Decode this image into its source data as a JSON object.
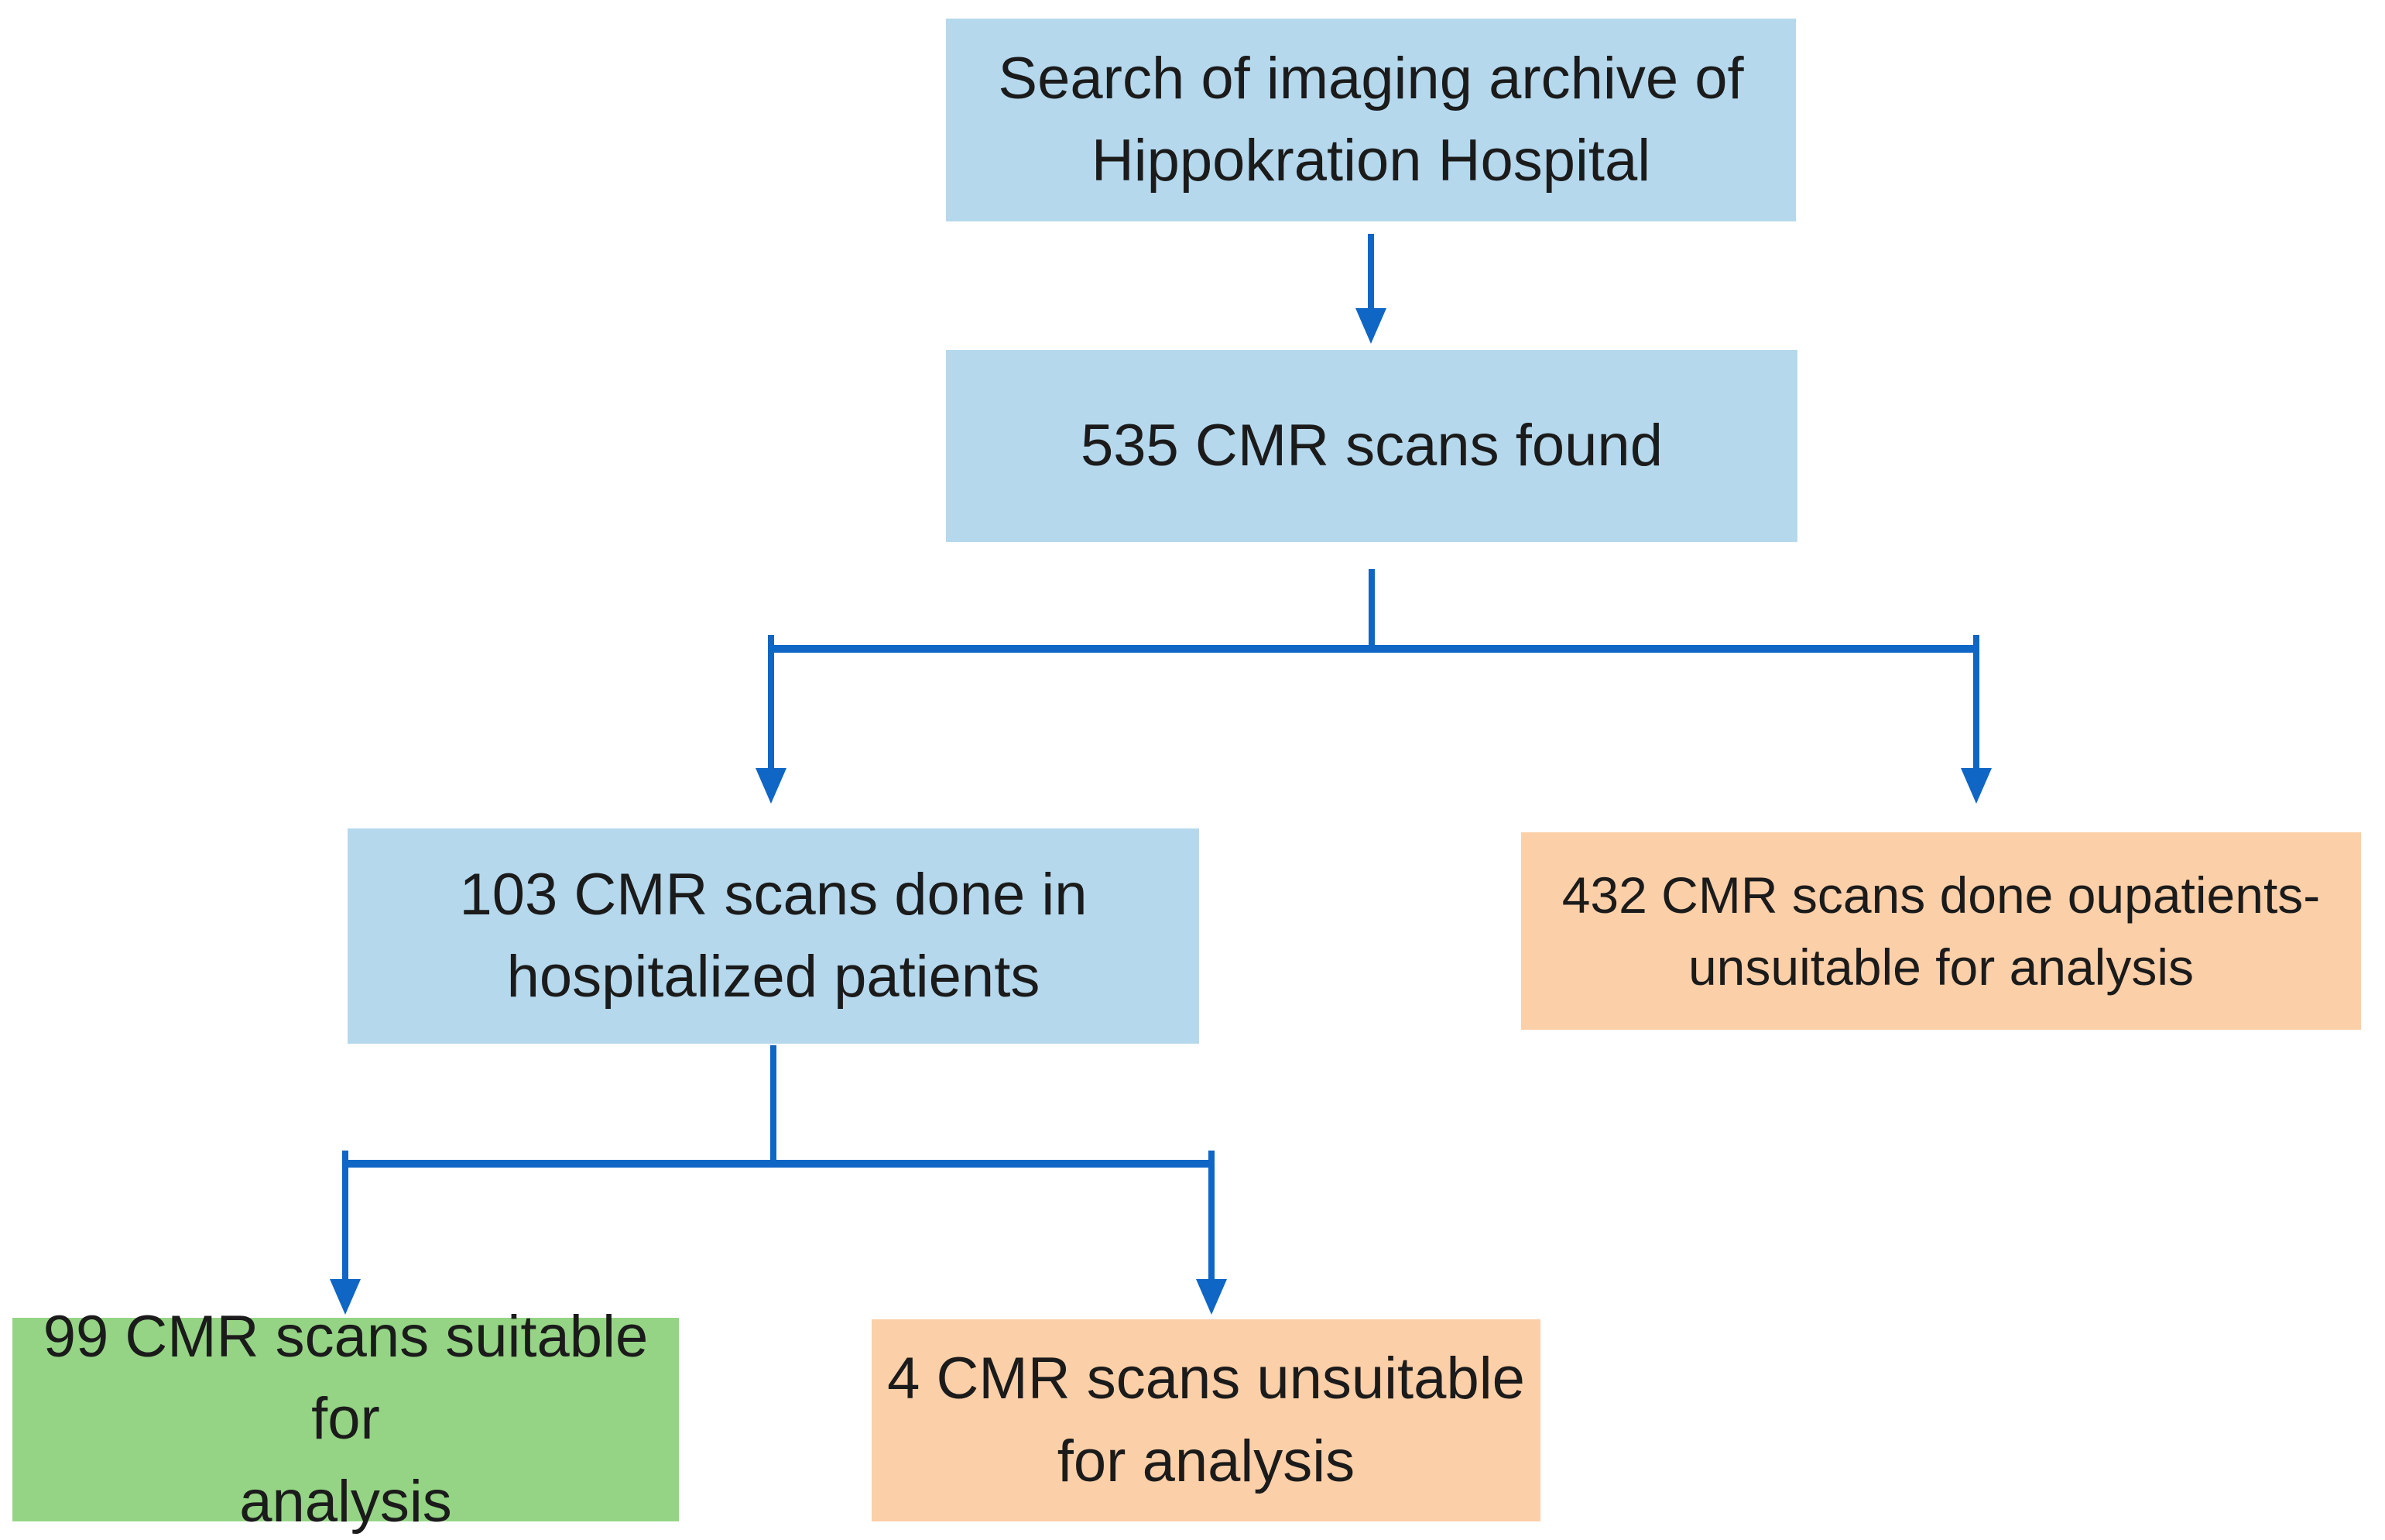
{
  "page": {
    "background": "#FFFFFF"
  },
  "colors": {
    "box-blue": "#B5D8ED",
    "box-orange": "#FBCFA8",
    "box-green": "#95D485",
    "connector-blue": "#0F66C5",
    "text": "#1B1B1B"
  },
  "diagram": {
    "type": "flowchart",
    "boxes": [
      {
        "id": "archive-search",
        "label": "Search of imaging archive of\nHippokration Hospital",
        "fill": "box-blue"
      },
      {
        "id": "scans-found",
        "label": "535 CMR scans found",
        "fill": "box-blue"
      },
      {
        "id": "hospitalized",
        "label": "103 CMR scans done in\nhospitalized patients",
        "fill": "box-blue"
      },
      {
        "id": "outpatients",
        "label": "432 CMR scans done oupatients-\nunsuitable for analysis",
        "fill": "box-orange"
      },
      {
        "id": "suitable",
        "label": "99 CMR scans suitable for\nanalysis",
        "fill": "box-green"
      },
      {
        "id": "unsuitable",
        "label": "4 CMR scans unsuitable\nfor analysis",
        "fill": "box-orange"
      }
    ],
    "connectors": [
      {
        "from": "archive-search",
        "to": "scans-found"
      },
      {
        "from": "scans-found",
        "to": "hospitalized"
      },
      {
        "from": "scans-found",
        "to": "outpatients"
      },
      {
        "from": "hospitalized",
        "to": "suitable"
      },
      {
        "from": "hospitalized",
        "to": "unsuitable"
      }
    ]
  }
}
